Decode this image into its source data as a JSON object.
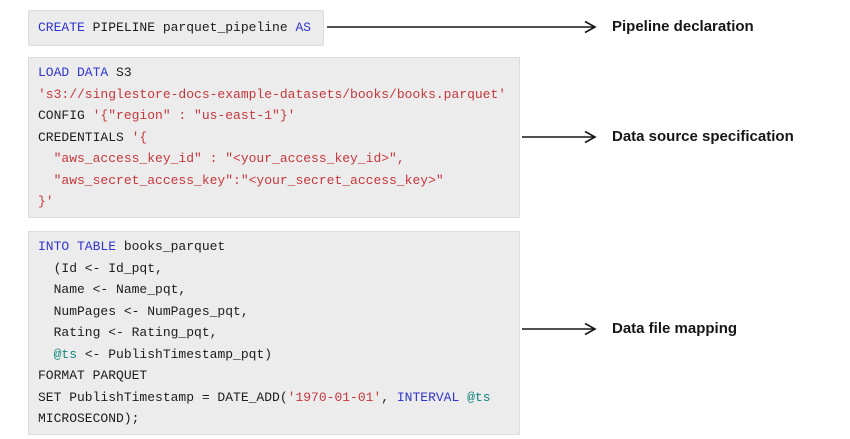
{
  "diagram": {
    "colors": {
      "keyword": "#2F35CE",
      "string": "#C6373C",
      "variable": "#11857C",
      "plain": "#1C1C1C",
      "block_bg": "#ECECEC",
      "block_border": "#DCDCDC",
      "arrow": "#161616"
    },
    "blocks": [
      {
        "name": "pipeline-declaration",
        "label": "Pipeline declaration",
        "lines": [
          [
            {
              "t": "CREATE",
              "c": "kw"
            },
            {
              "t": " PIPELINE parquet_pipeline ",
              "c": "plain"
            },
            {
              "t": "AS",
              "c": "kw"
            }
          ]
        ]
      },
      {
        "name": "data-source-specification",
        "label": "Data source specification",
        "lines": [
          [
            {
              "t": "LOAD DATA",
              "c": "kw"
            },
            {
              "t": " S3",
              "c": "plain"
            }
          ],
          [
            {
              "t": "'s3://singlestore-docs-example-datasets/books/books.parquet'",
              "c": "str"
            }
          ],
          [
            {
              "t": "CONFIG ",
              "c": "plain"
            },
            {
              "t": "'{\"region\" : \"us-east-1\"}'",
              "c": "str"
            }
          ],
          [
            {
              "t": "CREDENTIALS ",
              "c": "plain"
            },
            {
              "t": "'{",
              "c": "str"
            }
          ],
          [
            {
              "t": "  \"aws_access_key_id\" : \"<your_access_key_id>\",",
              "c": "str"
            }
          ],
          [
            {
              "t": "  \"aws_secret_access_key\":\"<your_secret_access_key>\"",
              "c": "str"
            }
          ],
          [
            {
              "t": "}'",
              "c": "str"
            }
          ]
        ]
      },
      {
        "name": "data-file-mapping",
        "label": "Data file mapping",
        "lines": [
          [
            {
              "t": "INTO TABLE",
              "c": "kw"
            },
            {
              "t": " books_parquet",
              "c": "plain"
            }
          ],
          [
            {
              "t": "  (Id <- Id_pqt,",
              "c": "plain"
            }
          ],
          [
            {
              "t": "  Name <- Name_pqt,",
              "c": "plain"
            }
          ],
          [
            {
              "t": "  NumPages <- NumPages_pqt,",
              "c": "plain"
            }
          ],
          [
            {
              "t": "  Rating <- Rating_pqt,",
              "c": "plain"
            }
          ],
          [
            {
              "t": "  ",
              "c": "plain"
            },
            {
              "t": "@ts",
              "c": "var"
            },
            {
              "t": " <- PublishTimestamp_pqt)",
              "c": "plain"
            }
          ],
          [
            {
              "t": "FORMAT PARQUET",
              "c": "plain"
            }
          ],
          [
            {
              "t": "SET PublishTimestamp = DATE_ADD(",
              "c": "plain"
            },
            {
              "t": "'1970-01-01'",
              "c": "str"
            },
            {
              "t": ", ",
              "c": "plain"
            },
            {
              "t": "INTERVAL",
              "c": "kw"
            },
            {
              "t": " ",
              "c": "plain"
            },
            {
              "t": "@ts",
              "c": "var"
            }
          ],
          [
            {
              "t": "MICROSECOND);",
              "c": "plain"
            }
          ]
        ]
      }
    ]
  }
}
